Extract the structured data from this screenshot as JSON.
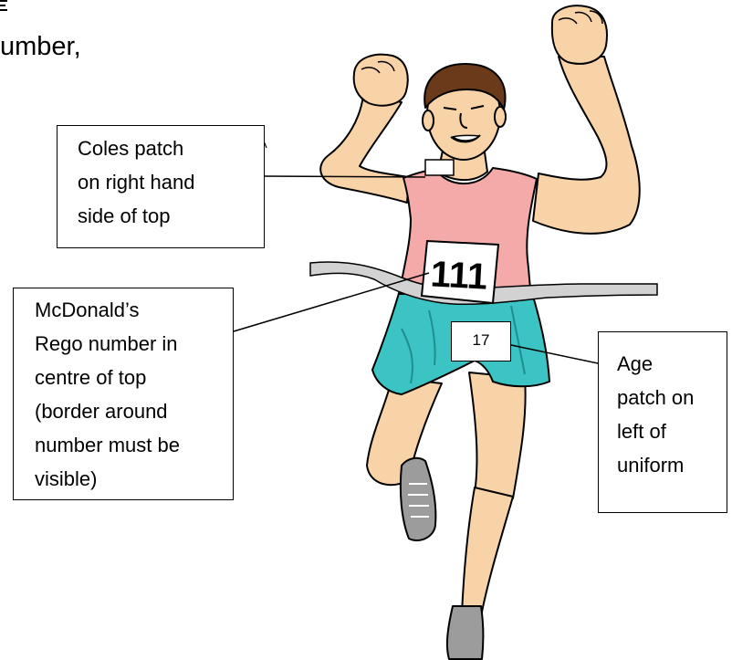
{
  "page": {
    "partial_heading": "umber,"
  },
  "callouts": [
    {
      "id": "coles",
      "lines": [
        "Coles patch",
        "on right hand",
        "side of top"
      ]
    },
    {
      "id": "mcdonalds",
      "lines": [
        "McDonald’s",
        "Rego number in",
        "centre of top",
        "(border around",
        "number must be",
        "visible)"
      ]
    },
    {
      "id": "age",
      "lines": [
        "Age",
        "patch on",
        "left of",
        "uniform"
      ]
    }
  ],
  "bib": {
    "number": "111"
  },
  "age_patch": {
    "label": "17"
  },
  "colors": {
    "skin": "#F9D3A8",
    "singlet": "#F5AAAA",
    "shorts": "#3CC3C3",
    "ribbon": "#D2D2D2",
    "hair": "#6B3A1A",
    "shoe": "#9C9C9C"
  }
}
